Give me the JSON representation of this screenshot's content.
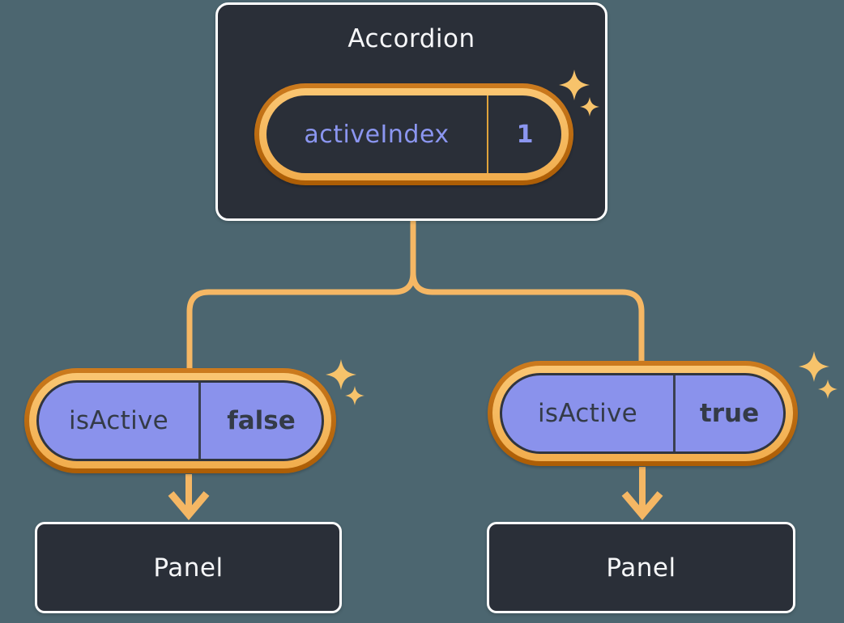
{
  "colors": {
    "bg": "#4C6670",
    "node-bg": "#2A2F38",
    "node-border": "#FFFFFF",
    "text-light": "#F6F7F9",
    "purple-fill": "#8A92EC",
    "purple-text": "#8B96F0",
    "dark-text": "#343B47",
    "outline-dark": "#30353F",
    "divider-dark": "#3A4050",
    "divider-orange": "#DFA33B",
    "ring-outer-top": "#CC7B1E",
    "ring-outer-bottom": "#AC5D05",
    "ring-inner-top": "#FAC672",
    "ring-inner-bottom": "#F1AD4D",
    "line": "#F5B764",
    "sparkle": "#F7C36B"
  },
  "icons": {
    "sparkle": "four-point-star"
  },
  "accordion": {
    "title": "Accordion",
    "state_pill": {
      "label": "activeIndex",
      "value": "1"
    }
  },
  "branches": {
    "left": {
      "prop_pill": {
        "label": "isActive",
        "value": "false"
      },
      "panel_title": "Panel"
    },
    "right": {
      "prop_pill": {
        "label": "isActive",
        "value": "true"
      },
      "panel_title": "Panel"
    }
  }
}
